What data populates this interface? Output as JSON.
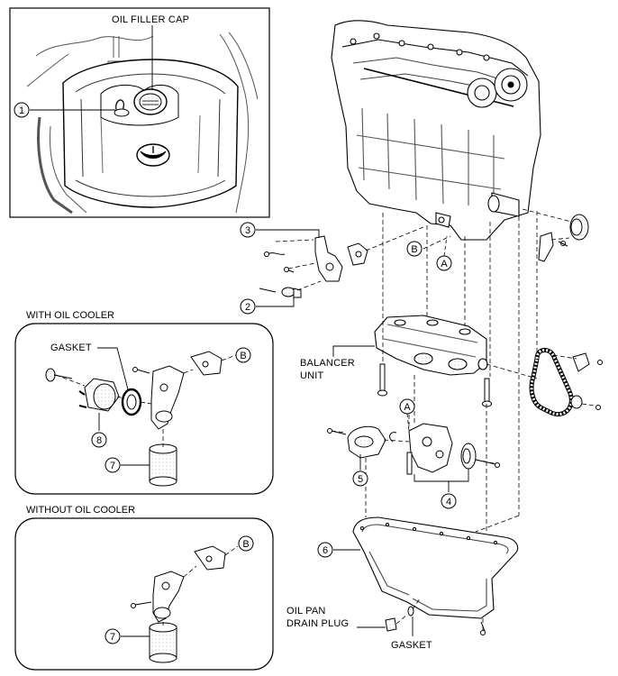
{
  "labels": {
    "oil_filler_cap": "OIL FILLER CAP",
    "with_oil_cooler": "WITH OIL COOLER",
    "without_oil_cooler": "WITHOUT OIL COOLER",
    "gasket_cooler": "GASKET",
    "balancer_unit_line1": "BALANCER",
    "balancer_unit_line2": "UNIT",
    "oil_pan_drain_plug_line1": "OIL PAN",
    "oil_pan_drain_plug_line2": "DRAIN PLUG",
    "gasket_drain": "GASKET"
  },
  "callouts": {
    "c1": "1",
    "c2": "2",
    "c3": "3",
    "c4": "4",
    "c5": "5",
    "c6": "6",
    "c7_with": "7",
    "c7_without": "7",
    "c8": "8"
  },
  "refs": {
    "b_main": "B",
    "a_main": "A",
    "b_with": "B",
    "a_pump": "A",
    "b_without": "B"
  }
}
